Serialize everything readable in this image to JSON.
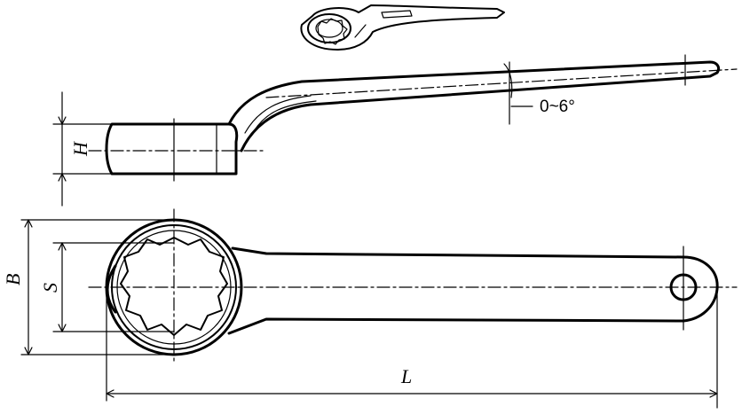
{
  "labels": {
    "height": "H",
    "angle": "0~6°",
    "width_outer": "B",
    "size": "S",
    "length": "L"
  },
  "icons": {
    "perspective": "offset-ring-wrench-perspective-icon"
  }
}
